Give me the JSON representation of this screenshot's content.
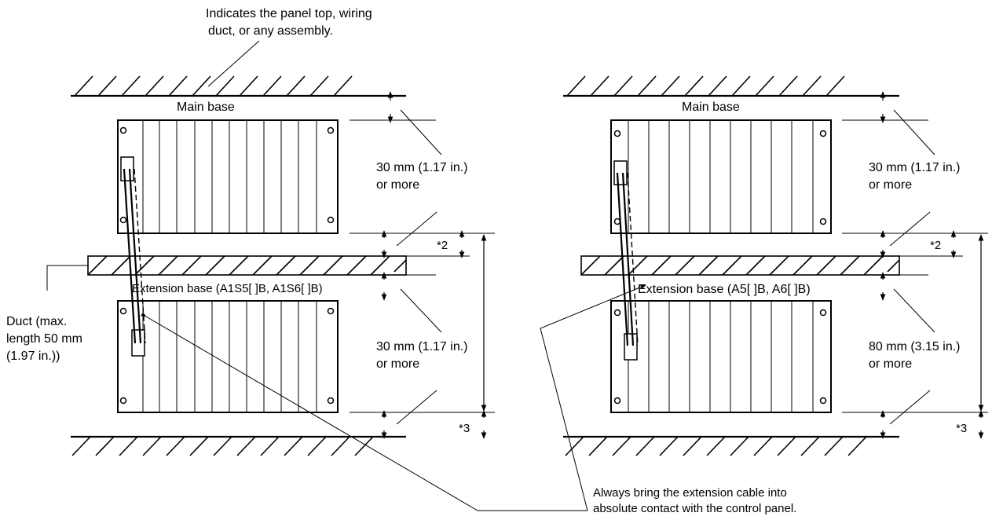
{
  "top_note": [
    "Indicates the panel top, wiring",
    "duct, or any assembly."
  ],
  "left": {
    "main_base": "Main base",
    "extension_base": "Extension base (A1S5[ ]B, A1S6[ ]B)",
    "dim_top": [
      "30 mm (1.17 in.)",
      "or more"
    ],
    "dim_middle": [
      "30 mm (1.17 in.)",
      "or more"
    ],
    "note2": "*2",
    "note3": "*3",
    "duct_note": [
      "Duct (max.",
      "length 50 mm",
      "(1.97 in.))"
    ]
  },
  "right": {
    "main_base": "Main base",
    "extension_base": "Extension base (A5[ ]B, A6[ ]B)",
    "dim_top": [
      "30 mm (1.17 in.)",
      "or more"
    ],
    "dim_middle": [
      "80 mm (3.15 in.)",
      "or more"
    ],
    "note2": "*2",
    "note3": "*3"
  },
  "bottom_note": [
    "Always bring the extension cable into",
    "absolute contact with the control panel."
  ]
}
